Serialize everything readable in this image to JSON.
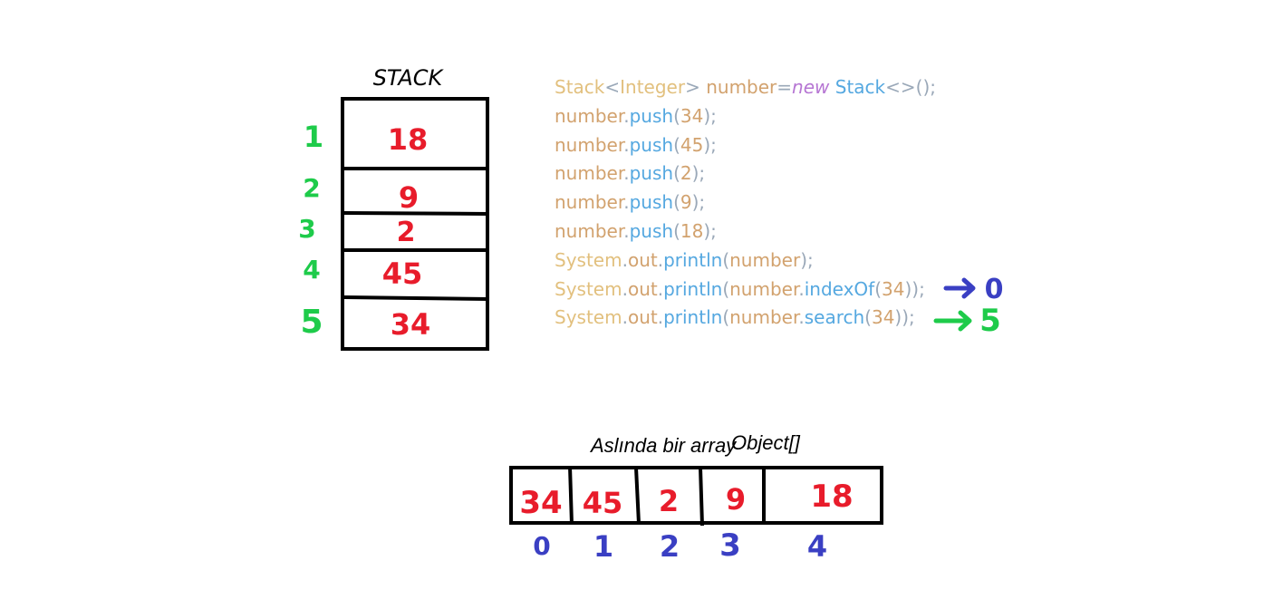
{
  "stack": {
    "title": "STACK",
    "cells": [
      "18",
      "9",
      "2",
      "45",
      "34"
    ],
    "positions": [
      "1",
      "2",
      "3",
      "4",
      "5"
    ]
  },
  "code": {
    "line1": {
      "type": "Stack",
      "lt": "<",
      "generic": "Integer",
      "gt": ">",
      "var": "number",
      "eq": "=",
      "kw": "new",
      "ctor": "Stack",
      "diamond": "<>",
      "end": "();"
    },
    "pushes": [
      {
        "obj": "number",
        "dot": ".",
        "method": "push",
        "open": "(",
        "arg": "34",
        "close": ");"
      },
      {
        "obj": "number",
        "dot": ".",
        "method": "push",
        "open": "(",
        "arg": "45",
        "close": ");"
      },
      {
        "obj": "number",
        "dot": ".",
        "method": "push",
        "open": "(",
        "arg": "2",
        "close": ");"
      },
      {
        "obj": "number",
        "dot": ".",
        "method": "push",
        "open": "(",
        "arg": "9",
        "close": ");"
      },
      {
        "obj": "number",
        "dot": ".",
        "method": "push",
        "open": "(",
        "arg": "18",
        "close": ");"
      }
    ],
    "print1": {
      "sys": "System",
      "dot1": ".",
      "out": "out",
      "dot2": ".",
      "println": "println",
      "open": "(",
      "arg": "number",
      "close": ");"
    },
    "print2": {
      "sys": "System",
      "dot1": ".",
      "out": "out",
      "dot2": ".",
      "println": "println",
      "open": "(",
      "obj": "number",
      "dot3": ".",
      "method": "indexOf",
      "open2": "(",
      "arg": "34",
      "close2": ")",
      "close": ");"
    },
    "print3": {
      "sys": "System",
      "dot1": ".",
      "out": "out",
      "dot2": ".",
      "println": "println",
      "open": "(",
      "obj": "number",
      "dot3": ".",
      "method": "search",
      "open2": "(",
      "arg": "34",
      "close2": ")",
      "close": ");"
    }
  },
  "results": {
    "indexOf_result": "0",
    "search_result": "5"
  },
  "array": {
    "caption": "Aslında bir array",
    "type_label": "Object[]",
    "cells": [
      "34",
      "45",
      "2",
      "9",
      "18"
    ],
    "indices": [
      "0",
      "1",
      "2",
      "3",
      "4"
    ]
  },
  "colors": {
    "red_ink": "#e81c2b",
    "green_ink": "#1ecb4a",
    "blue_ink": "#3a3fc3",
    "code_type": "#e2c07e",
    "code_var": "#d2a26e",
    "code_method": "#55a8e0",
    "code_keyword": "#b676d3",
    "code_punct": "#9aa8b8"
  }
}
